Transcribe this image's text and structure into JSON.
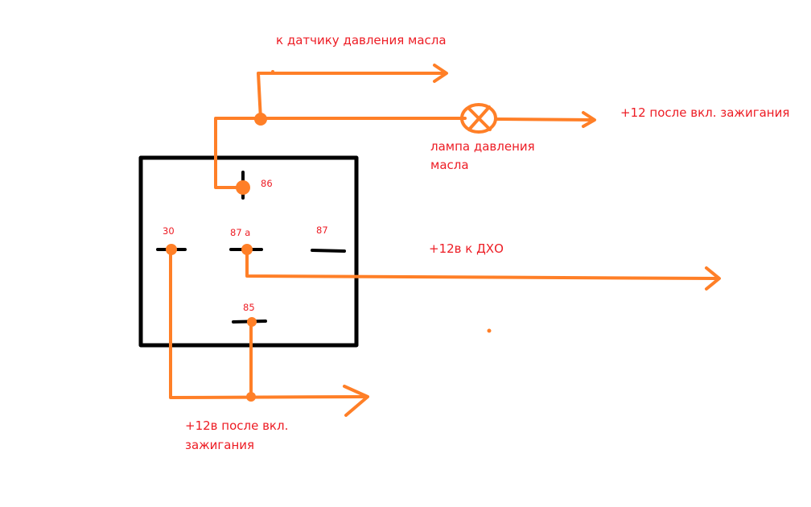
{
  "diagram": {
    "title": "Relay wiring: oil pressure lamp / DRL",
    "colors": {
      "wire": "#ff7f27",
      "relay_body": "#000000",
      "text": "#ed1c24",
      "background": "#ffffff"
    },
    "relay": {
      "pins": [
        {
          "id": "86",
          "label": "86"
        },
        {
          "id": "30",
          "label": "30"
        },
        {
          "id": "87a",
          "label": "87 a"
        },
        {
          "id": "87",
          "label": "87"
        },
        {
          "id": "85",
          "label": "85"
        }
      ]
    },
    "labels": {
      "oil_sensor": "к датчику давления масла",
      "ignition_top": "+12 после вкл. зажигания",
      "lamp_line1": "лампа давления",
      "lamp_line2": "масла",
      "drl": "+12в к ДХО",
      "ignition_bottom_line1": "+12в после вкл.",
      "ignition_bottom_line2": "зажигания"
    },
    "icons": {
      "lamp": "lamp-icon",
      "arrows": "arrow-right-icon"
    }
  }
}
